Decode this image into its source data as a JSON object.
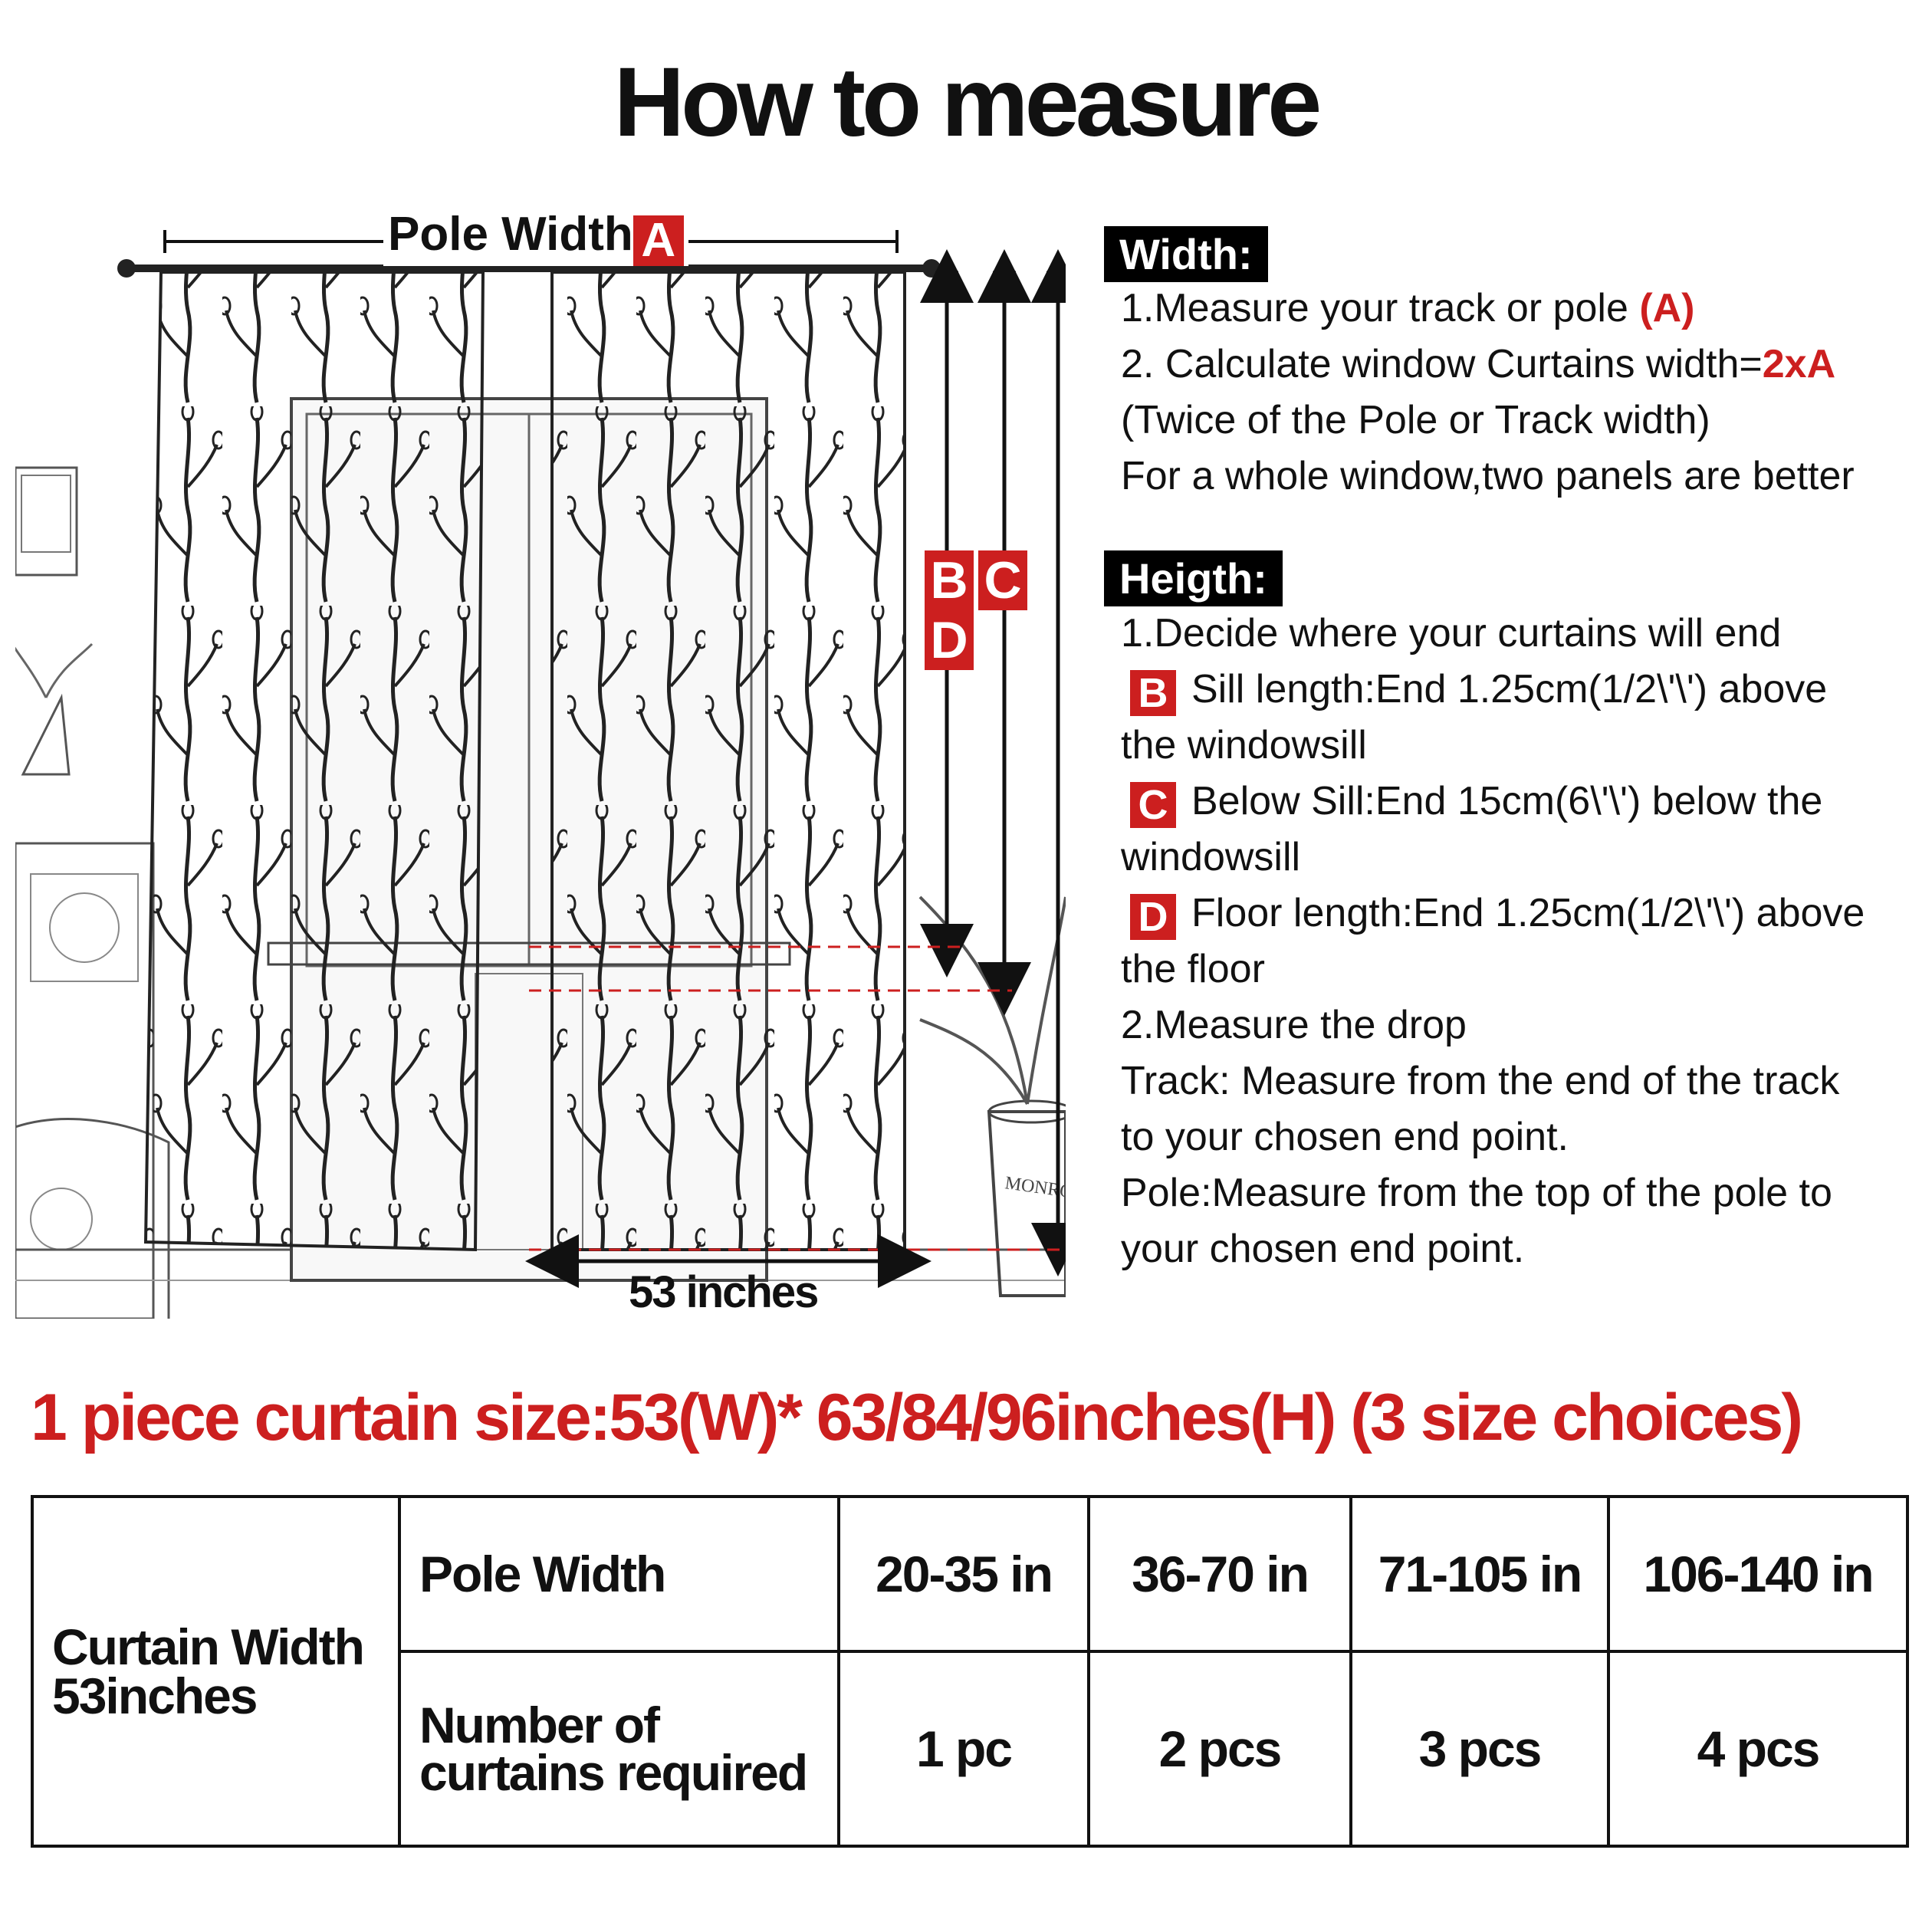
{
  "title": "How to measure",
  "diagram": {
    "pole_label": "Pole Width",
    "pole_letter": "A",
    "letters": [
      "B",
      "C",
      "D"
    ],
    "bottom_width": "53 inches",
    "planter_text": "MONROV"
  },
  "width_section": {
    "heading": "Width:",
    "line1_text": "1.Measure your track or pole ",
    "line1_red": "(A)",
    "line2_text": "2. Calculate window Curtains width=",
    "line2_red": "2xA",
    "line3": "(Twice of the Pole or Track width)",
    "line4": "For a whole window,two panels are better"
  },
  "height_section": {
    "heading": "Heigth:",
    "line1": "1.Decide where your curtains will end",
    "b_letter": "B",
    "b_text": "Sill length:End 1.25cm(1/2\\'\\') above",
    "b_cont": "the windowsill",
    "c_letter": "C",
    "c_text": "Below Sill:End 15cm(6\\'\\') below the",
    "c_cont": "windowsill",
    "d_letter": "D",
    "d_text": "Floor length:End 1.25cm(1/2\\'\\') above",
    "d_cont": "the floor",
    "line2": "2.Measure the drop",
    "track1": "Track: Measure from the end of the track",
    "track2": "to your chosen end point.",
    "pole1": "Pole:Measure from the top of the pole to",
    "pole2": "your chosen end point."
  },
  "size_line": "1 piece curtain size:53(W)* 63/84/96inches(H) (3 size choices)",
  "table": {
    "row_label_1": "Curtain Width",
    "row_label_2": "53inches",
    "pole_width_label": "Pole Width",
    "pole_widths": [
      "20-35 in",
      "36-70 in",
      "71-105 in",
      "106-140 in"
    ],
    "number_label_1": "Number of",
    "number_label_2": "curtains required",
    "counts": [
      "1 pc",
      "2 pcs",
      "3 pcs",
      "4 pcs"
    ]
  },
  "colors": {
    "accent_red": "#cc1f1f",
    "ink": "#111111",
    "background": "#ffffff"
  }
}
